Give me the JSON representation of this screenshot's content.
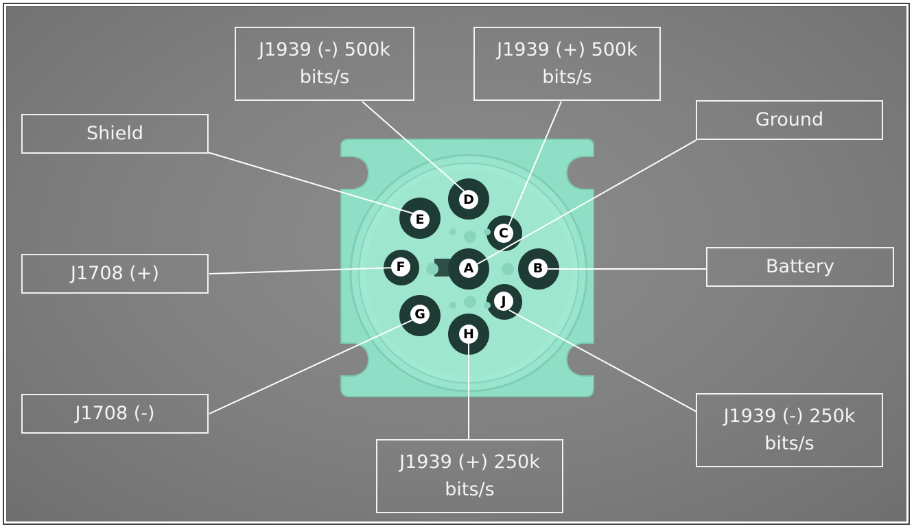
{
  "colors": {
    "background": "#808080",
    "connector": "#8fdfc6",
    "pin_socket": "#1f3b36",
    "label_border": "#f2f2f2"
  },
  "labels": {
    "d": "J1939 (-) 500k\nbits/s",
    "c": "J1939 (+) 500k\nbits/s",
    "e": "Shield",
    "a": "Ground",
    "f": "J1708 (+)",
    "b": "Battery",
    "g": "J1708 (-)",
    "j": "J1939 (-) 250k\nbits/s",
    "h": "J1939 (+) 250k\nbits/s"
  },
  "pins": {
    "a": "A",
    "b": "B",
    "c": "C",
    "d": "D",
    "e": "E",
    "f": "F",
    "g": "G",
    "h": "H",
    "j": "J"
  }
}
